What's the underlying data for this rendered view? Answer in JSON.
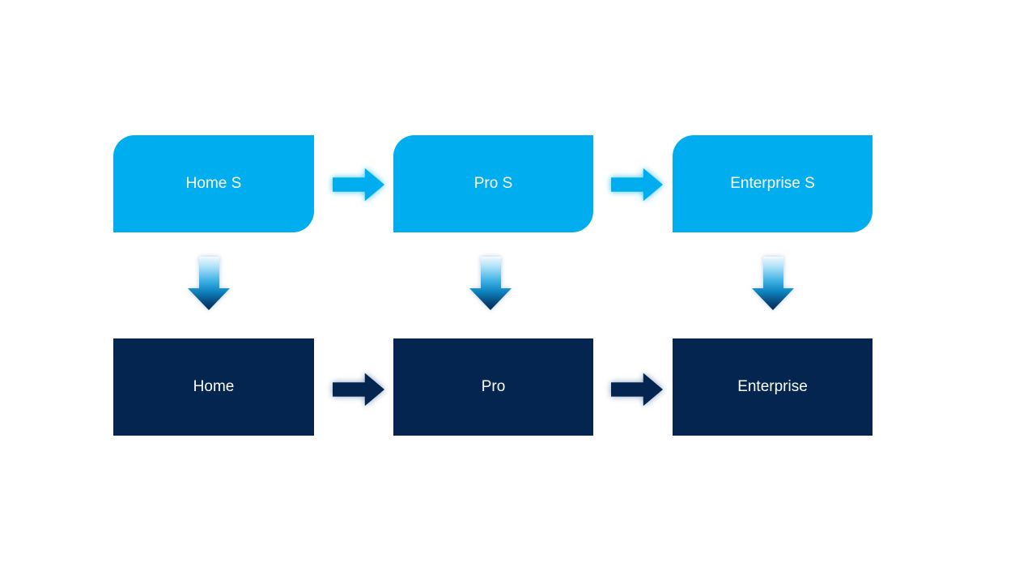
{
  "colors": {
    "background": "#ffffff",
    "light_blue": "#00aeef",
    "dark_navy": "#04254f",
    "label_text": "#ffffff"
  },
  "diagram": {
    "top_row": [
      {
        "label": "Home S"
      },
      {
        "label": "Pro S"
      },
      {
        "label": "Enterprise S"
      }
    ],
    "bottom_row": [
      {
        "label": "Home"
      },
      {
        "label": "Pro"
      },
      {
        "label": "Enterprise"
      }
    ],
    "icons": {
      "right_arrow": "right-arrow-icon",
      "down_arrow": "down-arrow-icon"
    }
  }
}
